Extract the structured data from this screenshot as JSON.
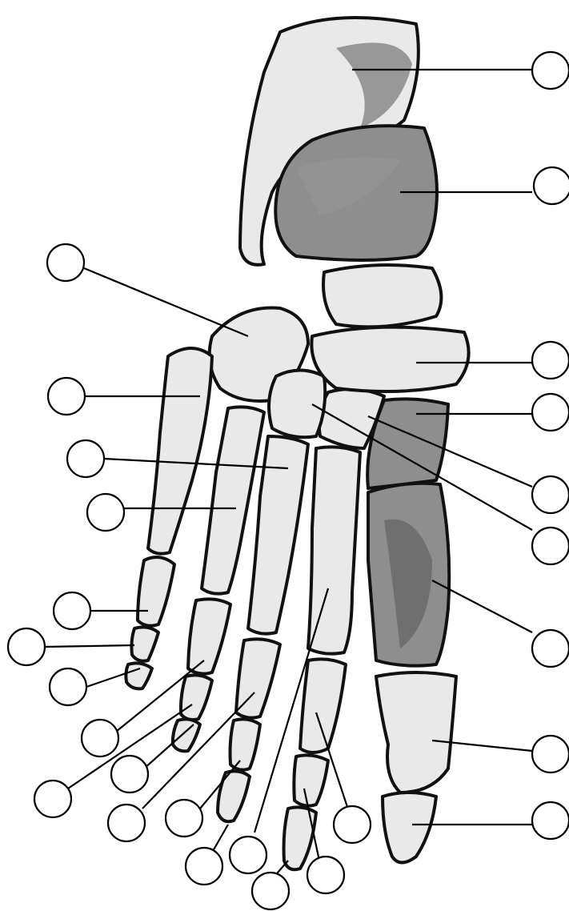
{
  "diagram": {
    "labels": [
      {
        "id": "callout-1",
        "text": ""
      },
      {
        "id": "callout-2",
        "text": ""
      },
      {
        "id": "callout-3",
        "text": ""
      },
      {
        "id": "callout-4",
        "text": ""
      },
      {
        "id": "callout-5",
        "text": ""
      },
      {
        "id": "callout-6",
        "text": ""
      },
      {
        "id": "callout-7",
        "text": ""
      },
      {
        "id": "callout-8",
        "text": ""
      },
      {
        "id": "callout-9",
        "text": ""
      },
      {
        "id": "callout-10",
        "text": ""
      },
      {
        "id": "callout-11",
        "text": ""
      },
      {
        "id": "callout-12",
        "text": ""
      },
      {
        "id": "callout-13",
        "text": ""
      },
      {
        "id": "callout-14",
        "text": ""
      },
      {
        "id": "callout-15",
        "text": ""
      },
      {
        "id": "callout-16",
        "text": ""
      },
      {
        "id": "callout-17",
        "text": ""
      },
      {
        "id": "callout-18",
        "text": ""
      },
      {
        "id": "callout-19",
        "text": ""
      },
      {
        "id": "callout-20",
        "text": ""
      },
      {
        "id": "callout-21",
        "text": ""
      },
      {
        "id": "callout-22",
        "text": ""
      },
      {
        "id": "callout-23",
        "text": ""
      },
      {
        "id": "callout-24",
        "text": ""
      }
    ]
  }
}
